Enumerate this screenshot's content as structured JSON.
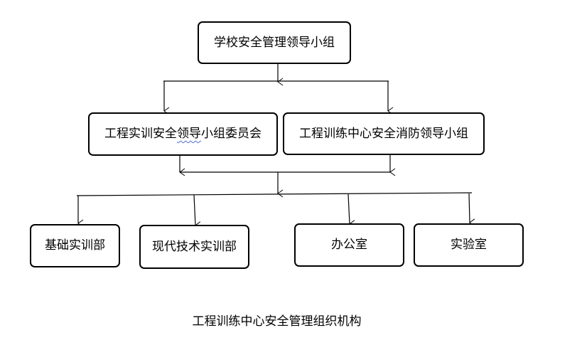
{
  "diagram": {
    "top": "学校安全管理领导小组",
    "mid_left": {
      "before": "工程实训安全",
      "underlined": "领导",
      "after": "小组委员会"
    },
    "mid_right": "工程训练中心安全消防领导小组",
    "bottom": [
      "基础实训部",
      "现代技术实训部",
      "办公室",
      "实验室"
    ]
  },
  "caption": "工程训练中心安全管理组织机构"
}
